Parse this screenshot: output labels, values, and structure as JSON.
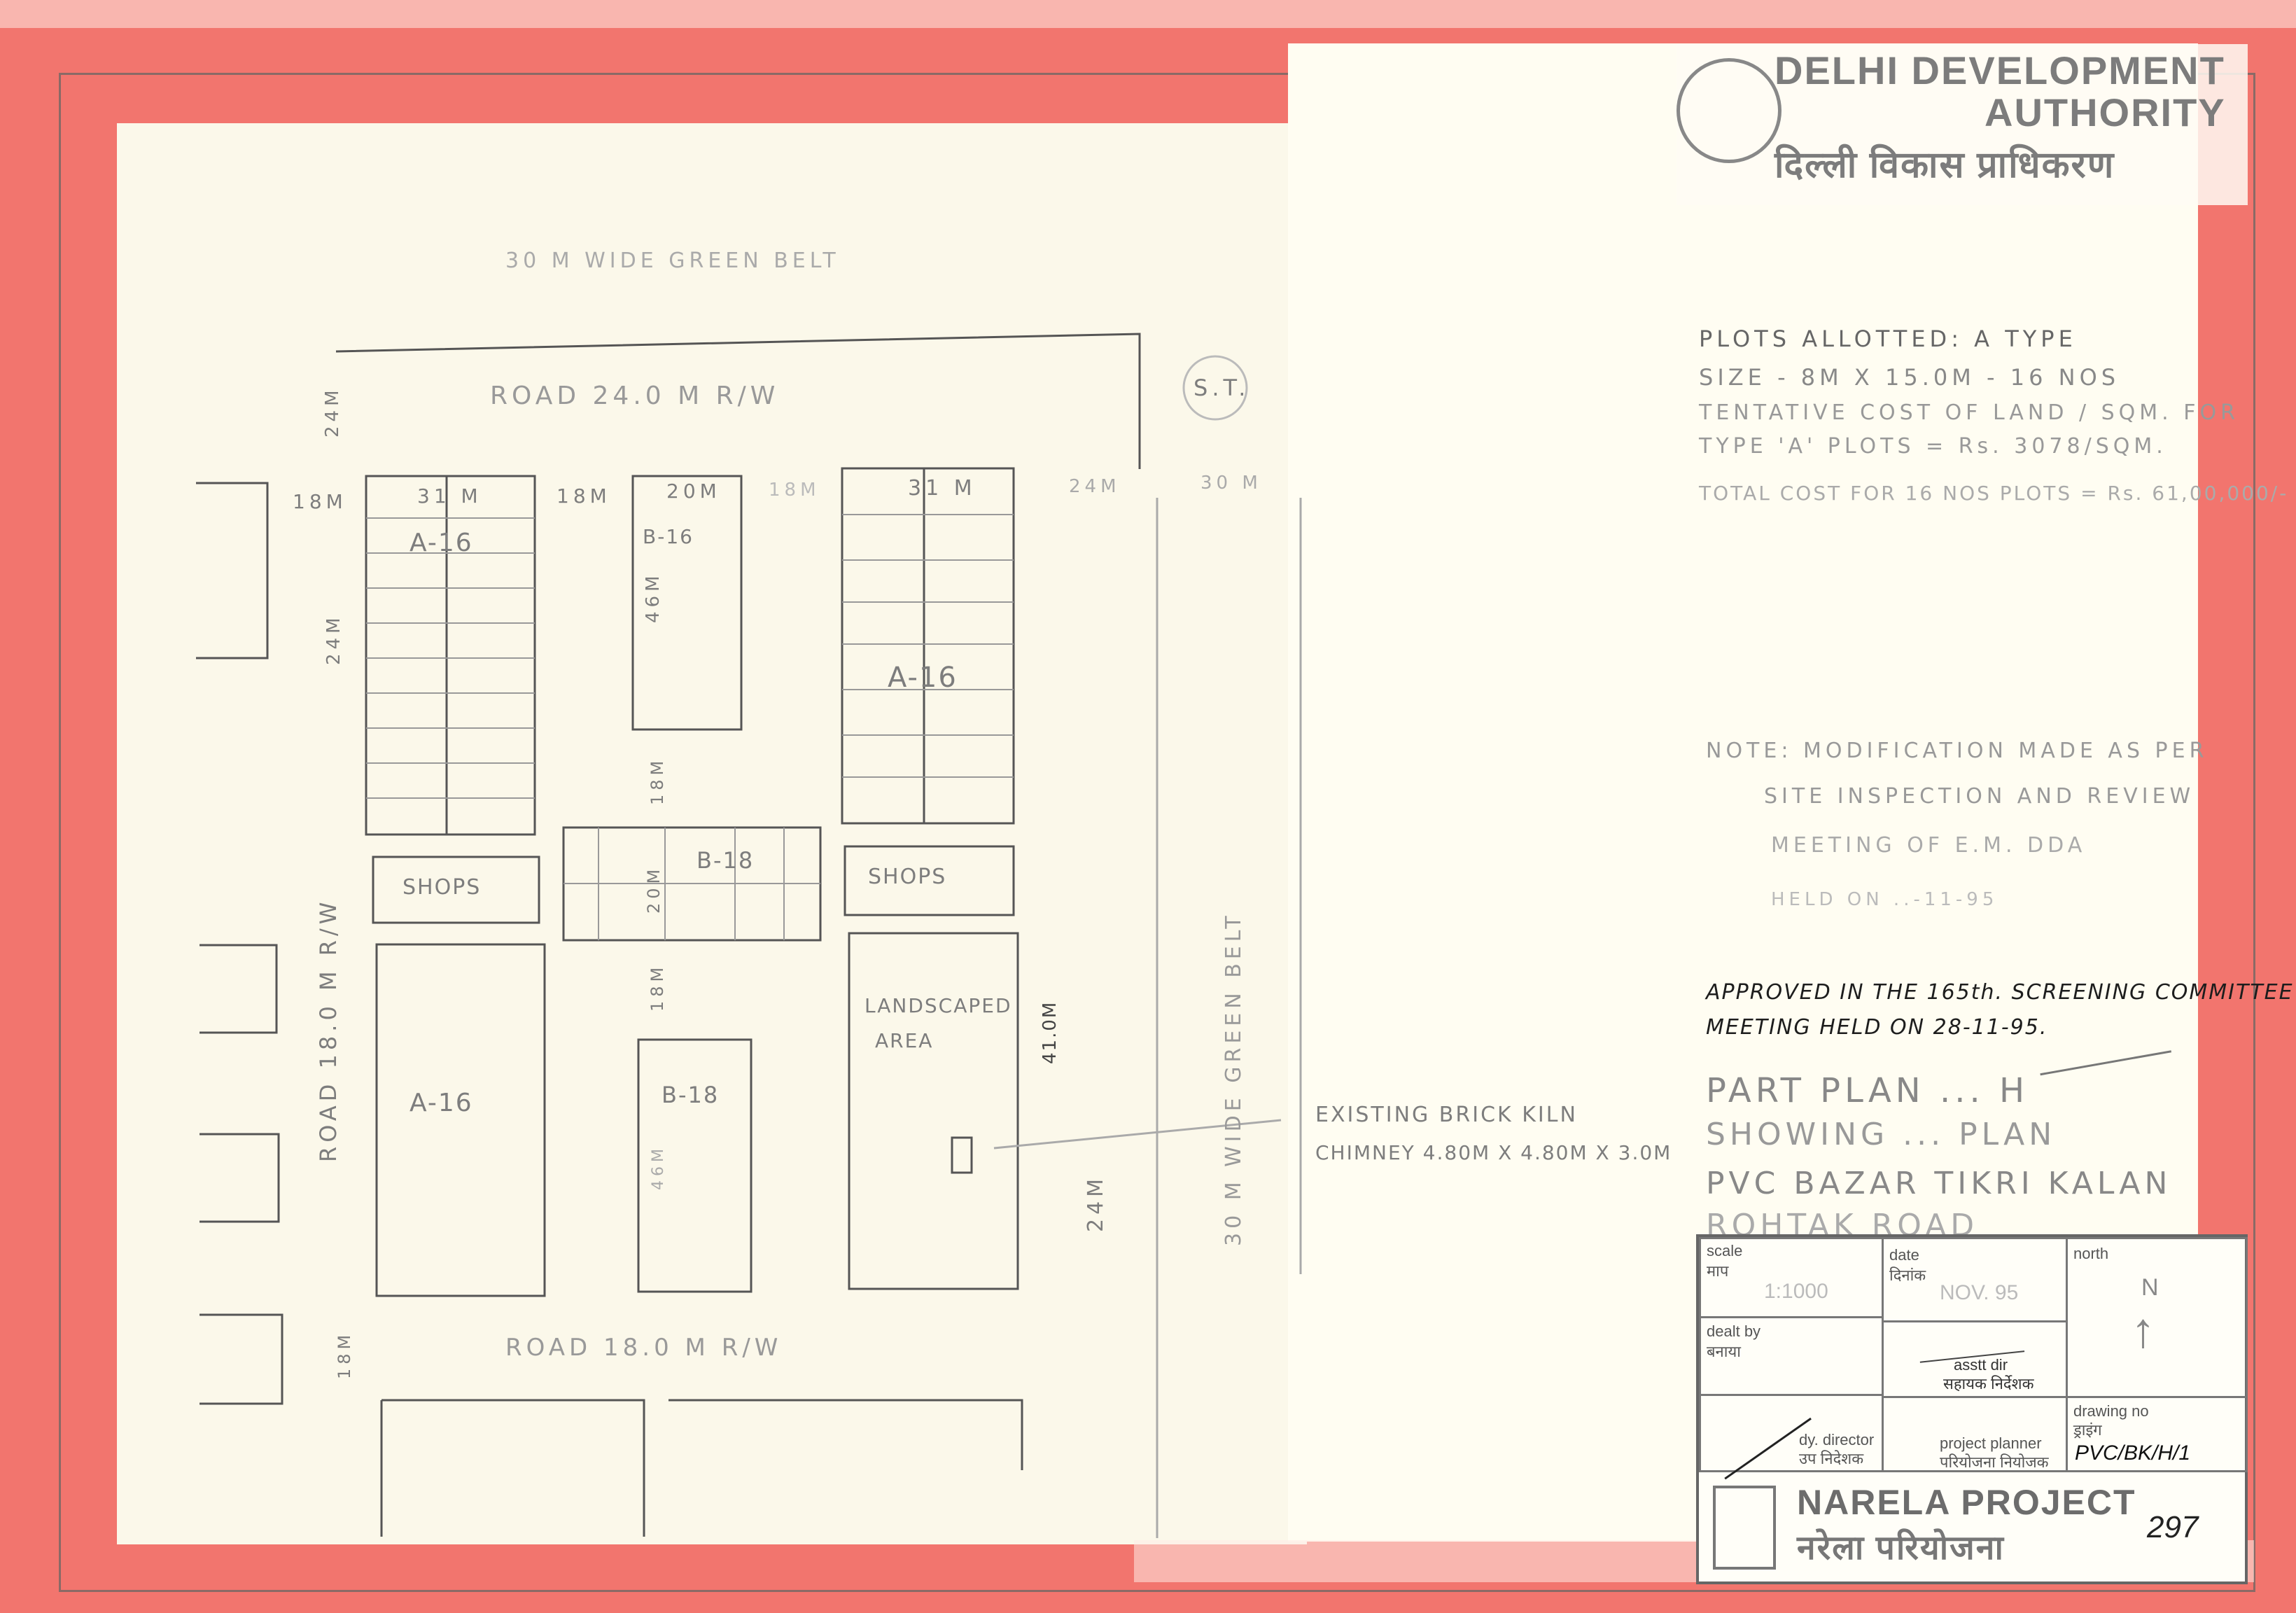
{
  "colors": {
    "border": "#f2756e",
    "paper": "#fbf8ea",
    "pencil": "#7d7d7d",
    "ink": "#1d1d1d"
  },
  "stamp": {
    "org_en_line1": "DELHI DEVELOPMENT",
    "org_en_line2": "AUTHORITY",
    "org_hi": "दिल्ली विकास प्राधिकरण",
    "seal_icon": "dda-seal-icon"
  },
  "plan": {
    "green_belt_top": "30 M WIDE GREEN BELT",
    "road_top": "ROAD 24.0 M R/W",
    "road_bottom": "ROAD 18.0 M R/W",
    "road_left": "ROAD 18.0 M R/W",
    "green_belt_right": "30 M WIDE GREEN BELT",
    "st": "S.T.",
    "dims": [
      "18M",
      "31 M",
      "18M",
      "20M",
      "18M",
      "31 M",
      "24M",
      "30 M"
    ],
    "dim_24m_a": "24M",
    "dim_24m_b": "24M",
    "dim_46m": "46M",
    "dim_18m_v1": "18M",
    "dim_20m_v": "20M",
    "dim_18m_v2": "18M",
    "dim_46m_b": "46M",
    "dim_41m": "41.0M",
    "dim_18m_bottom": "18M",
    "dim_24m_right": "24M",
    "blocks": {
      "a16_1": "A-16",
      "b16_top": "B-16",
      "a16_right": "A-16",
      "shops_left": "SHOPS",
      "b18_mid": "B-18",
      "shops_right": "SHOPS",
      "a16_2": "A-16",
      "b18_bottom": "B-18",
      "landscaped": "LANDSCAPED",
      "landscaped2": "AREA"
    },
    "kiln_line1": "EXISTING BRICK KILN",
    "kiln_line2": "CHIMNEY 4.80M X 4.80M X 3.0M"
  },
  "notes": {
    "plots": [
      "PLOTS ALLOTTED: A TYPE",
      "SIZE - 8M X 15.0M - 16 NOS",
      "TENTATIVE COST OF LAND / SQM. FOR",
      "TYPE 'A' PLOTS = Rs. 3078/SQM.",
      "TOTAL COST FOR 16 NOS PLOTS = Rs. 61,00,000/-"
    ],
    "modification": [
      "NOTE: MODIFICATION MADE AS PER",
      "SITE INSPECTION AND REVIEW",
      "MEETING OF E.M. DDA",
      "HELD ON ..-11-95"
    ],
    "approved": [
      "APPROVED IN THE 165th. SCREENING COMMITTEE",
      "MEETING HELD ON 28-11-95."
    ],
    "title": [
      "PART PLAN ... H",
      "SHOWING ... PLAN",
      "PVC BAZAR TIKRI KALAN",
      "ROHTAK ROAD"
    ]
  },
  "title_block": {
    "scale_en": "scale",
    "scale_hi": "माप",
    "scale_val": "1:1000",
    "date_en": "date",
    "date_hi": "दिनांक",
    "date_val": "NOV. 95",
    "north_en": "north",
    "north_letter": "N",
    "dealt_en": "dealt by",
    "dealt_hi": "बनाया",
    "asst_en": "asstt dir",
    "asst_hi": "सहायक निर्देशक",
    "dy_en": "dy. director",
    "dy_hi": "उप निदेशक",
    "pp_en": "project planner",
    "pp_hi": "परियोजना नियोजक",
    "dwg_en": "drawing no",
    "dwg_hi": "ड्राइंग",
    "dwg_val": "PVC/BK/H/1",
    "project_en": "NARELA PROJECT",
    "project_hi": "नरेला परियोजना",
    "sheet_no": "297"
  }
}
